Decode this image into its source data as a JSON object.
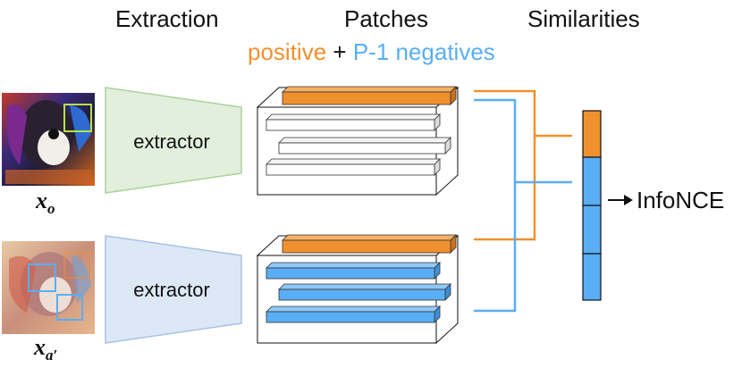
{
  "headers": {
    "extraction": "Extraction",
    "patches": "Patches",
    "similarities": "Similarities"
  },
  "legend": {
    "positive": "positive",
    "plus": "+",
    "negatives": "P-1 negatives"
  },
  "extractors": {
    "top_label": "extractor",
    "bottom_label": "extractor"
  },
  "images": {
    "top_var": "x",
    "top_sub": "o",
    "bottom_var": "x",
    "bottom_sub": "a′"
  },
  "output": {
    "label": "InfoNCE"
  },
  "colors": {
    "orange": "#f0912f",
    "blue": "#5aaef5",
    "green_fill": "#e1efdc",
    "green_stroke": "#a9d29a",
    "blue_fill": "#dde8f7",
    "blue_stroke": "#a6c1e6"
  }
}
